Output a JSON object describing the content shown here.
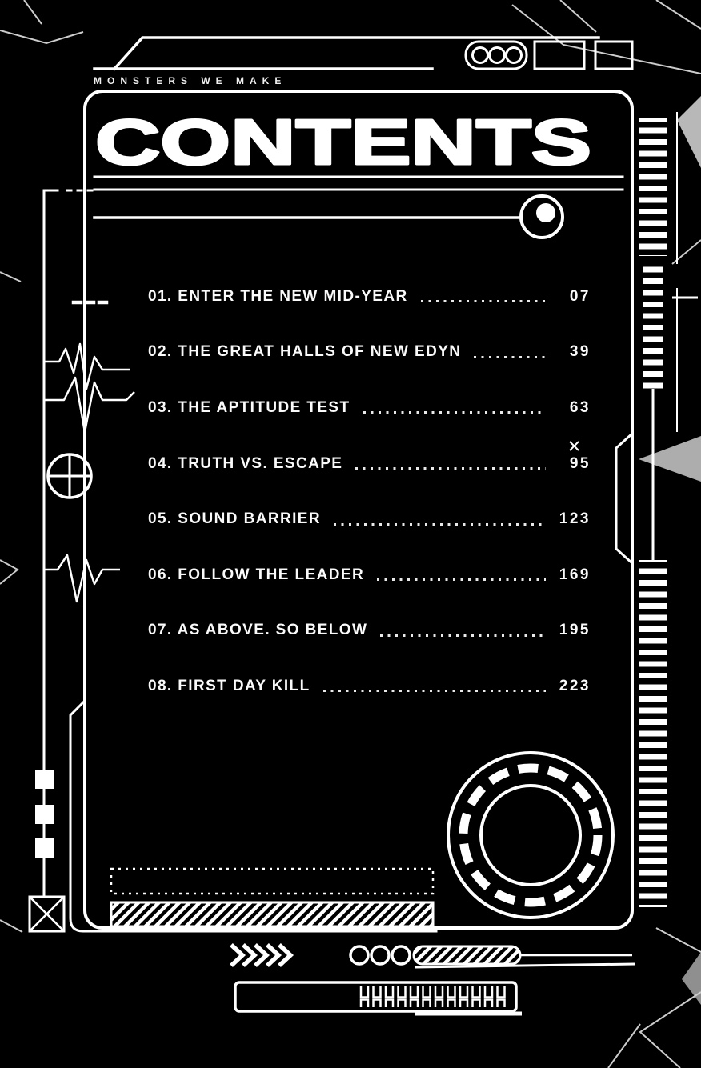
{
  "header": {
    "kicker": "MONSTERS WE MAKE",
    "title": "CONTENTS"
  },
  "toc": {
    "entries": [
      {
        "number": "01",
        "title": "ENTER THE NEW MID-YEAR",
        "page": "07"
      },
      {
        "number": "02",
        "title": "THE GREAT HALLS OF NEW EDYN",
        "page": "39"
      },
      {
        "number": "03",
        "title": "THE APTITUDE TEST",
        "page": "63"
      },
      {
        "number": "04",
        "title": "TRUTH VS. ESCAPE",
        "page": "95"
      },
      {
        "number": "05",
        "title": "SOUND BARRIER",
        "page": "123"
      },
      {
        "number": "06",
        "title": "FOLLOW THE LEADER",
        "page": "169"
      },
      {
        "number": "07",
        "title": "AS ABOVE. SO BELOW",
        "page": "195"
      },
      {
        "number": "08",
        "title": "FIRST DAY KILL",
        "page": "223"
      }
    ]
  },
  "theme": {
    "background": "#000000",
    "ink": "#ffffff"
  }
}
